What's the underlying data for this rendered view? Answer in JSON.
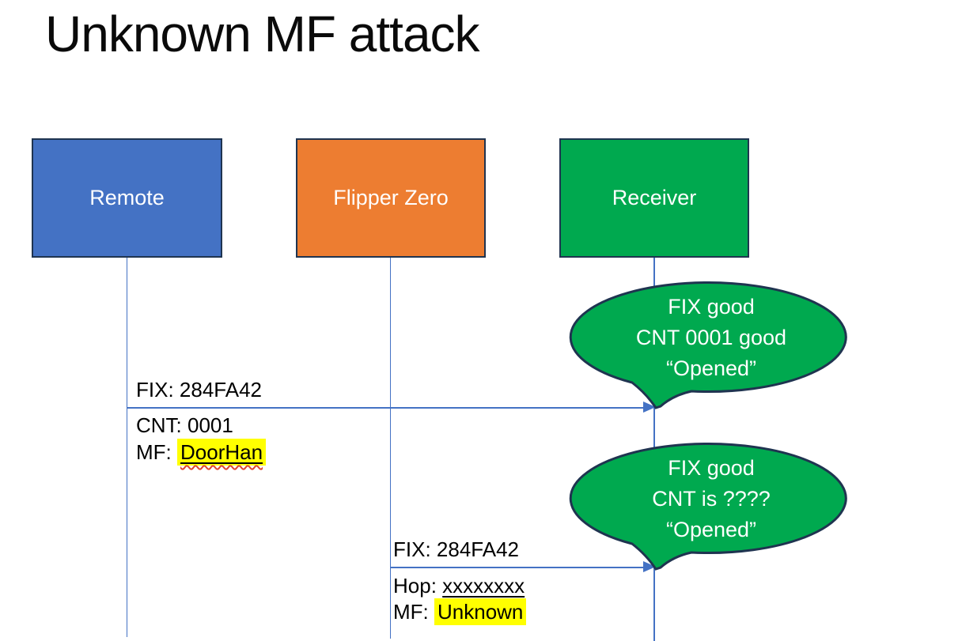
{
  "title": "Unknown MF attack",
  "actors": [
    {
      "label": "Remote"
    },
    {
      "label": "Flipper Zero"
    },
    {
      "label": "Receiver"
    }
  ],
  "messages": [
    {
      "above": "FIX: 284FA42",
      "below1": "CNT: 0001",
      "below2_prefix": "MF: ",
      "below2_value": "DoorHan"
    },
    {
      "above": "FIX: 284FA42",
      "below1_prefix": "Hop: ",
      "below1_value": "xxxxxxxx",
      "below2_prefix": "MF: ",
      "below2_value": "Unknown"
    }
  ],
  "callouts": [
    {
      "line1": "FIX good",
      "line2": "CNT 0001 good",
      "line3": "“Opened”"
    },
    {
      "line1": "FIX good",
      "line2": "CNT is ????",
      "line3": "“Opened”"
    }
  ],
  "colors": {
    "actor_remote_fill": "#4472C4",
    "actor_flipper_fill": "#ED7D31",
    "actor_receiver_fill": "#00A94F",
    "callout_fill": "#00A94F",
    "shape_outline": "#1f3450",
    "connector": "#4472C4",
    "highlight": "#FFFF00",
    "spellcheck_underline": "#E0462F"
  }
}
